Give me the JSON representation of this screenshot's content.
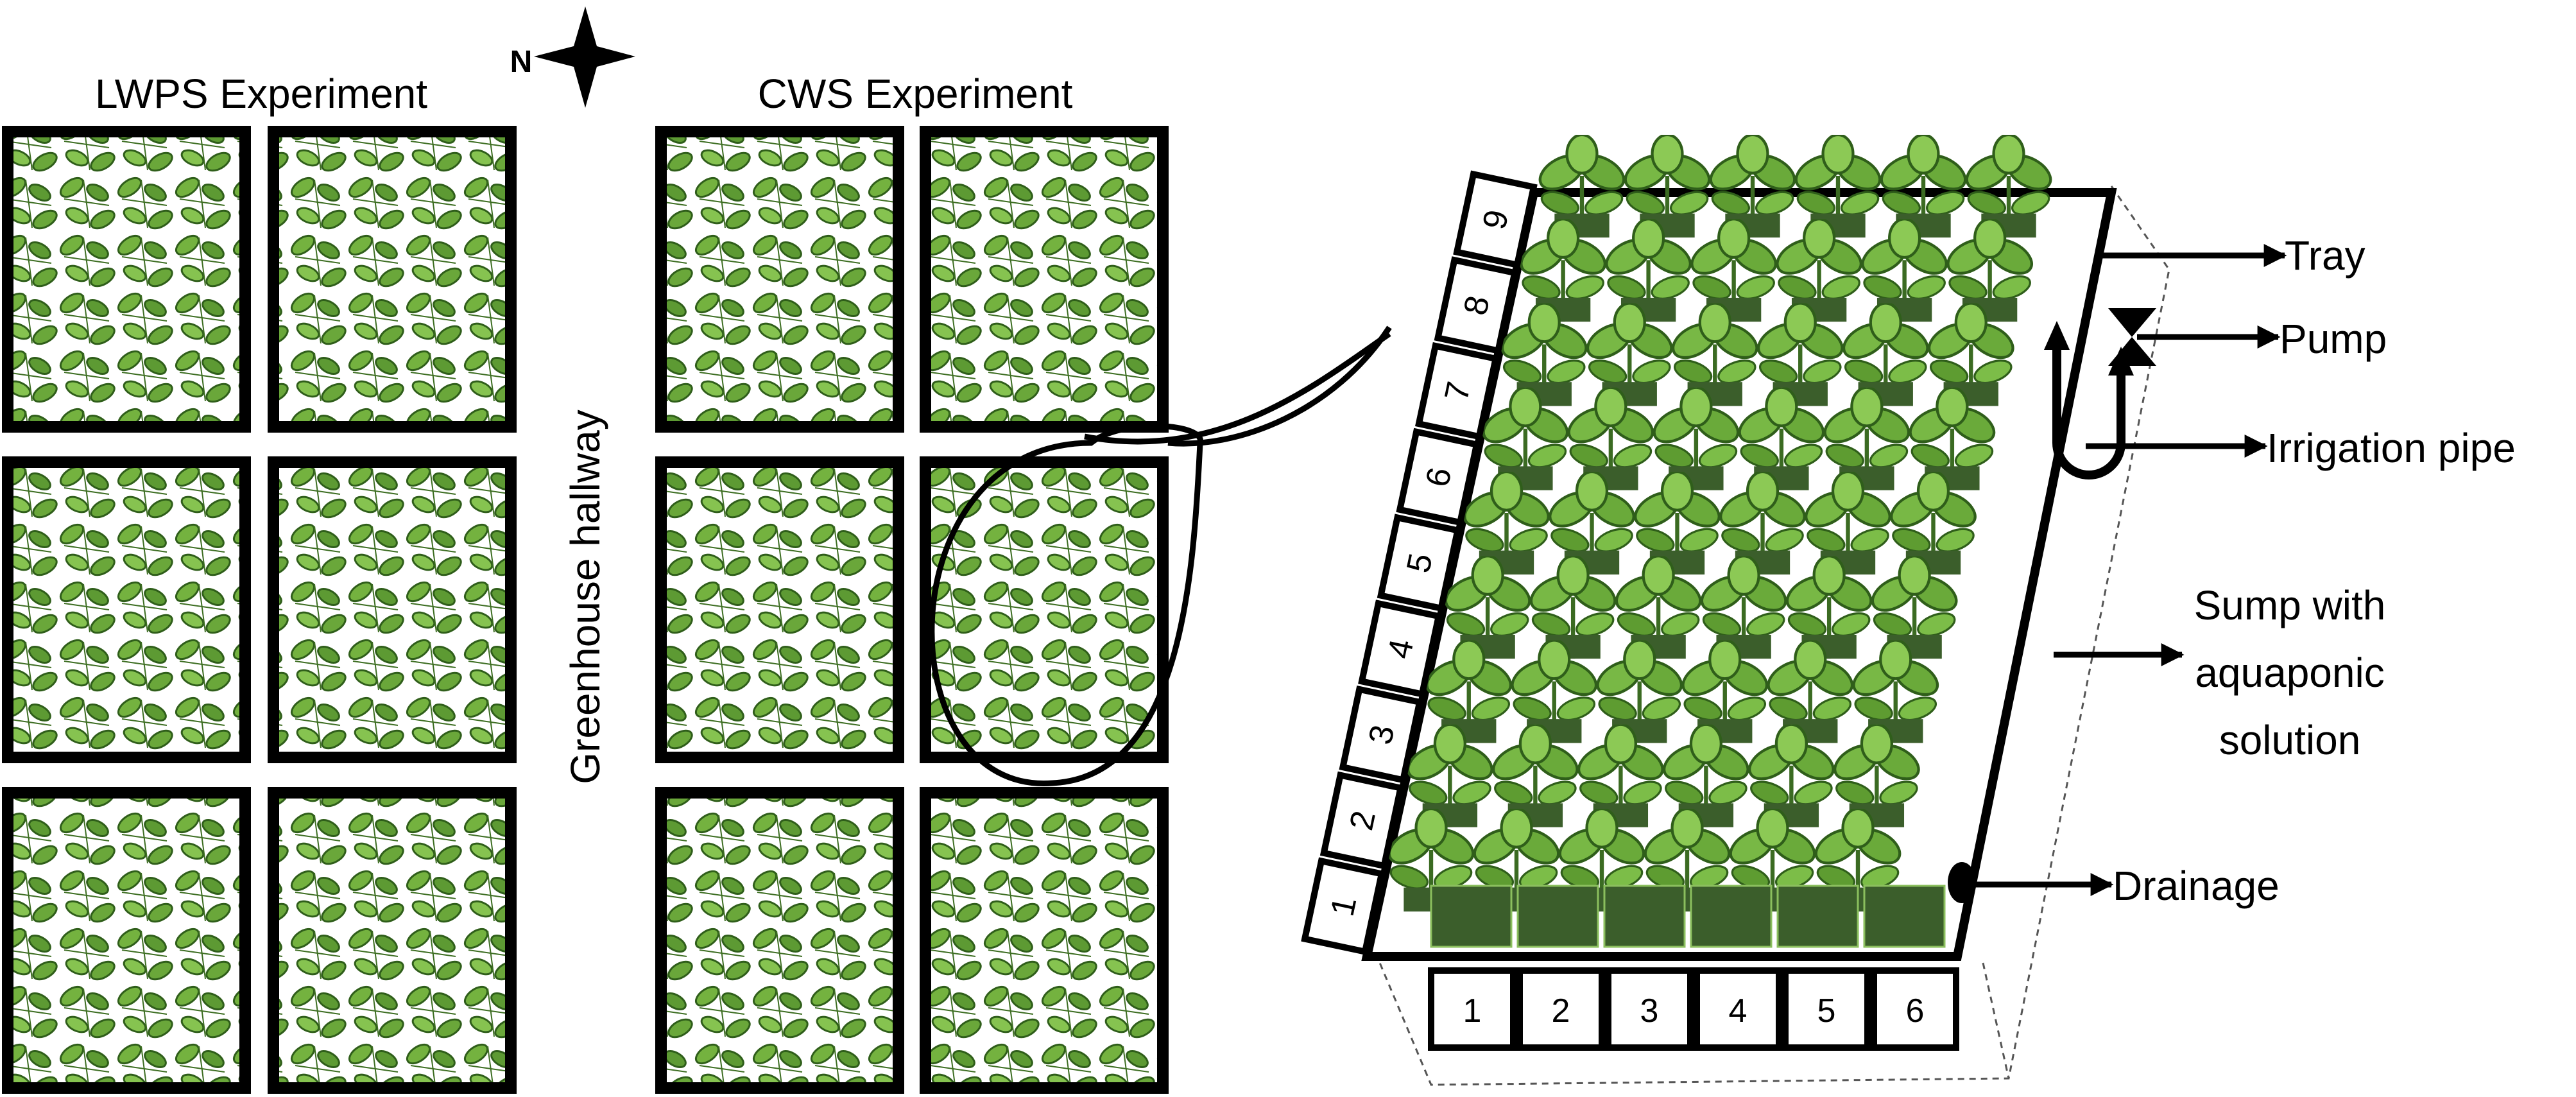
{
  "titles": {
    "lwps": "LWPS Experiment",
    "cws": "CWS Experiment",
    "hallway": "Greenhouse hallway",
    "north": "N"
  },
  "row_numbers": [
    "1",
    "2",
    "3",
    "4",
    "5",
    "6",
    "7",
    "8",
    "9"
  ],
  "column_numbers": [
    "1",
    "2",
    "3",
    "4",
    "5",
    "6"
  ],
  "callouts": {
    "tray": "Tray",
    "pump": "Pump",
    "irrigation": "Irrigation pipe",
    "sump_line1": "Sump with",
    "sump_line2": "aquaponic",
    "sump_line3": "solution",
    "drainage": "Drainage"
  },
  "colors": {
    "leaf": "#6fae3c",
    "leaf_dark": "#2f6b1e",
    "pot": "#3b5e2b"
  },
  "icons": {
    "compass": "north-compass-icon",
    "plant": "basil-plant-icon"
  }
}
